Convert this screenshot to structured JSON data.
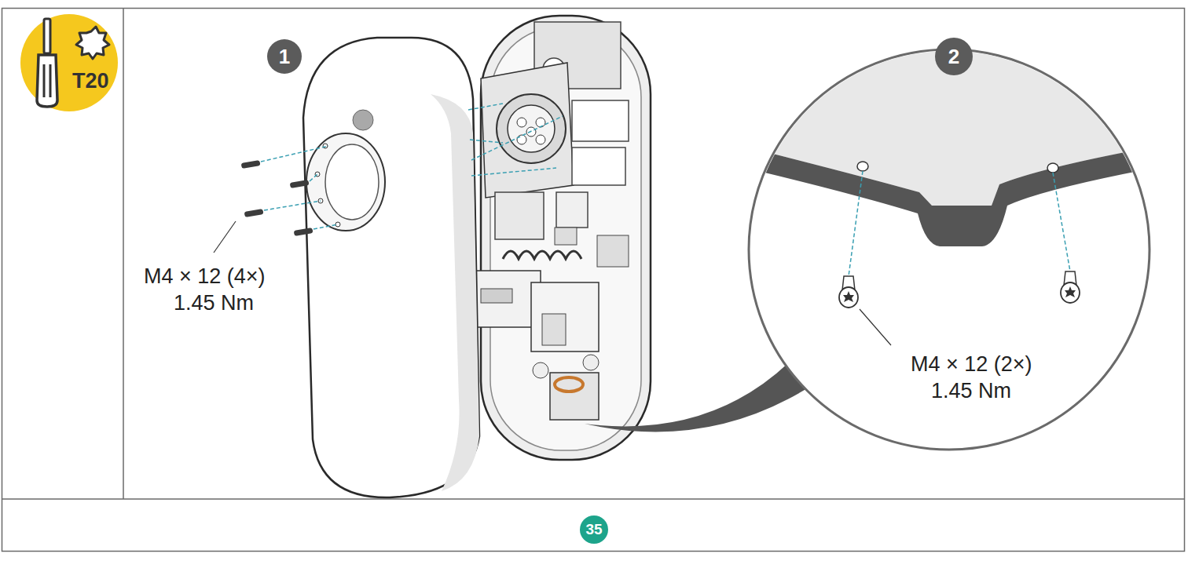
{
  "diagram": {
    "nodes": [
      {
        "text": [
          "T20"
        ]
      },
      {
        "text": [
          "1"
        ]
      },
      {
        "text": [
          "2"
        ]
      },
      {
        "text": [
          "35"
        ]
      }
    ],
    "labels": [
      "M4 × 12 (4×)",
      "1.45 Nm",
      "M4 × 12 (2×)",
      "1.45 Nm"
    ]
  }
}
